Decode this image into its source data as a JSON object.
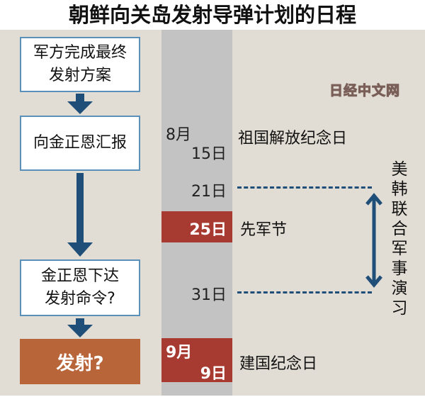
{
  "title": "朝鲜向关岛发射导弹计划的日程",
  "watermark": "日经中文网",
  "steps": [
    {
      "line1": "军方完成最终",
      "line2": "发射方案"
    },
    {
      "line1": "向金正恩汇报"
    },
    {
      "line1": "金正恩下达",
      "line2": "发射命令?"
    },
    {
      "line1": "发射?"
    }
  ],
  "timeline": {
    "aug": "8月",
    "d15": "15日",
    "d21": "21日",
    "d25": "25日",
    "d31": "31日",
    "sep": "9月",
    "d9": "9日"
  },
  "events": {
    "e15": "祖国解放纪念日",
    "e25": "先军节",
    "e9": "建国纪念日"
  },
  "exercise": "美韩联合军事演习",
  "colors": {
    "arrow": "#1f4e79",
    "red": "#a83b31",
    "launch": "#b8653a",
    "background": "#e2ddd4"
  }
}
